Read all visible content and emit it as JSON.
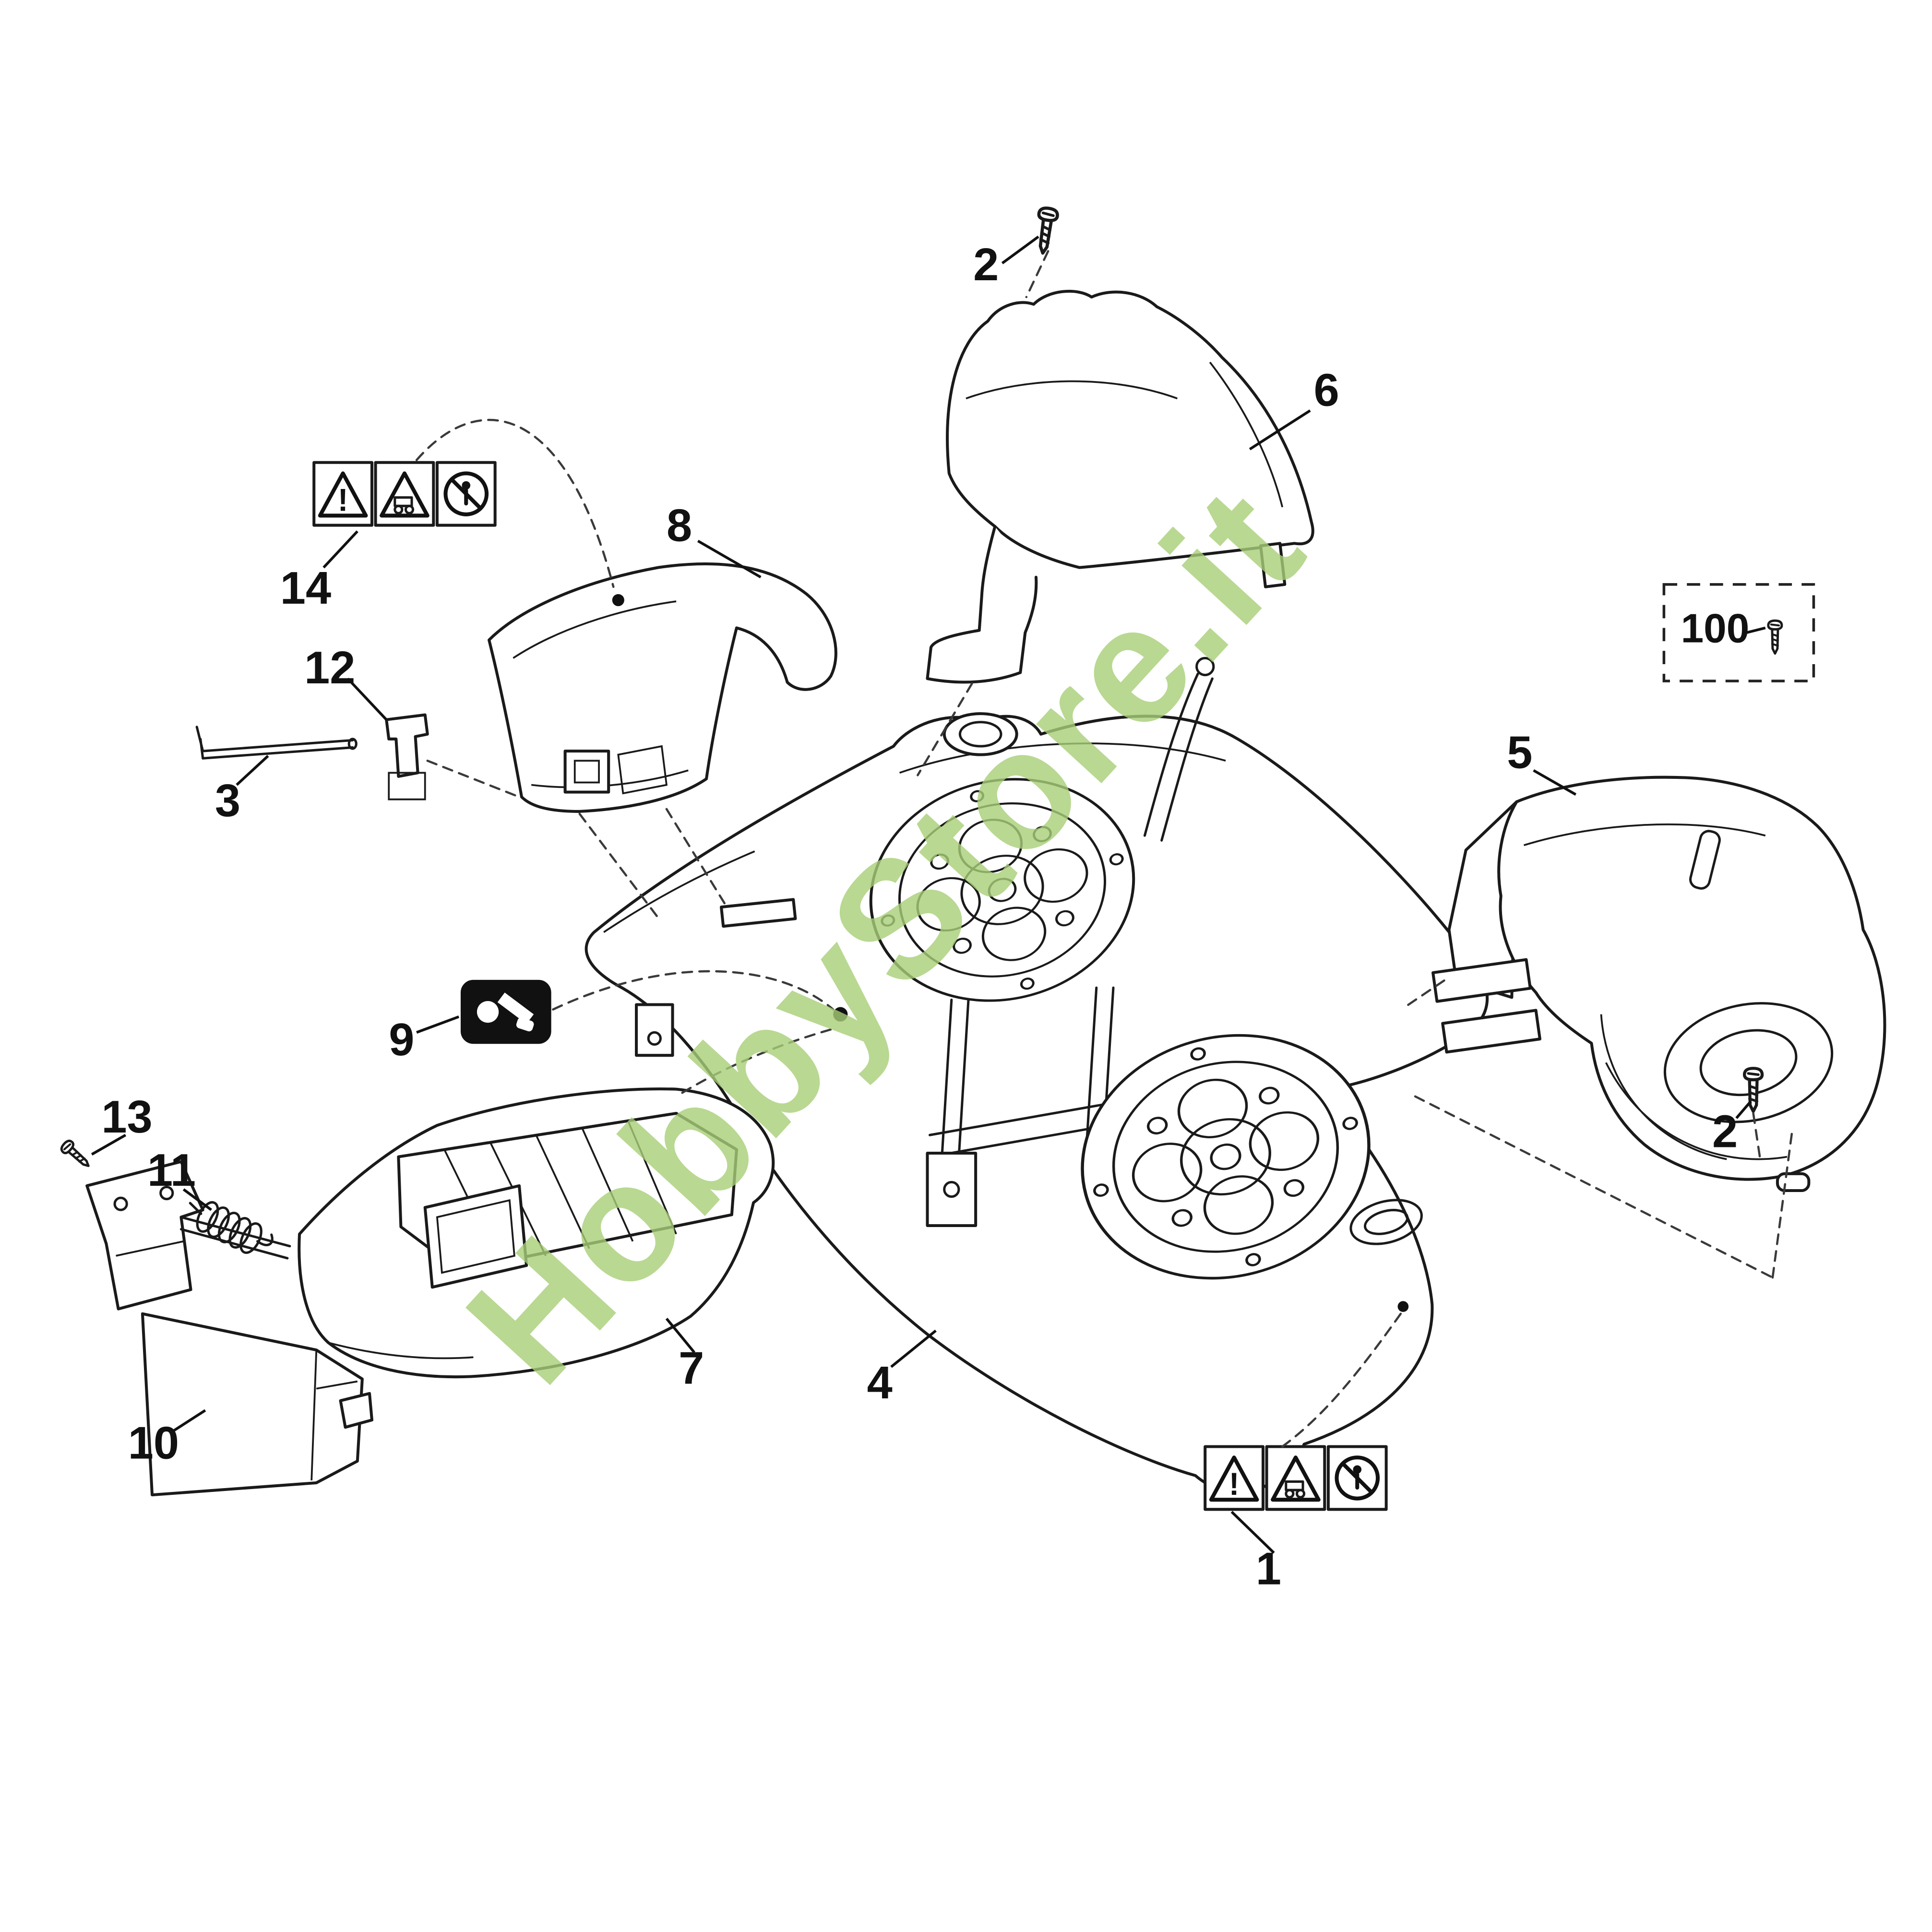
{
  "watermark": {
    "text": "HobbyStore.it",
    "color": "#a8cf78"
  },
  "callouts": {
    "c1": "1",
    "c2_top": "2",
    "c2_right": "2",
    "c3": "3",
    "c4": "4",
    "c5": "5",
    "c6": "6",
    "c7": "7",
    "c8": "8",
    "c9": "9",
    "c10": "10",
    "c11": "11",
    "c12": "12",
    "c13": "13",
    "c14": "14",
    "c100": "100"
  },
  "icons": {
    "warning_exclamation": "!"
  },
  "colors": {
    "watermark_green": "#a8cf78"
  }
}
